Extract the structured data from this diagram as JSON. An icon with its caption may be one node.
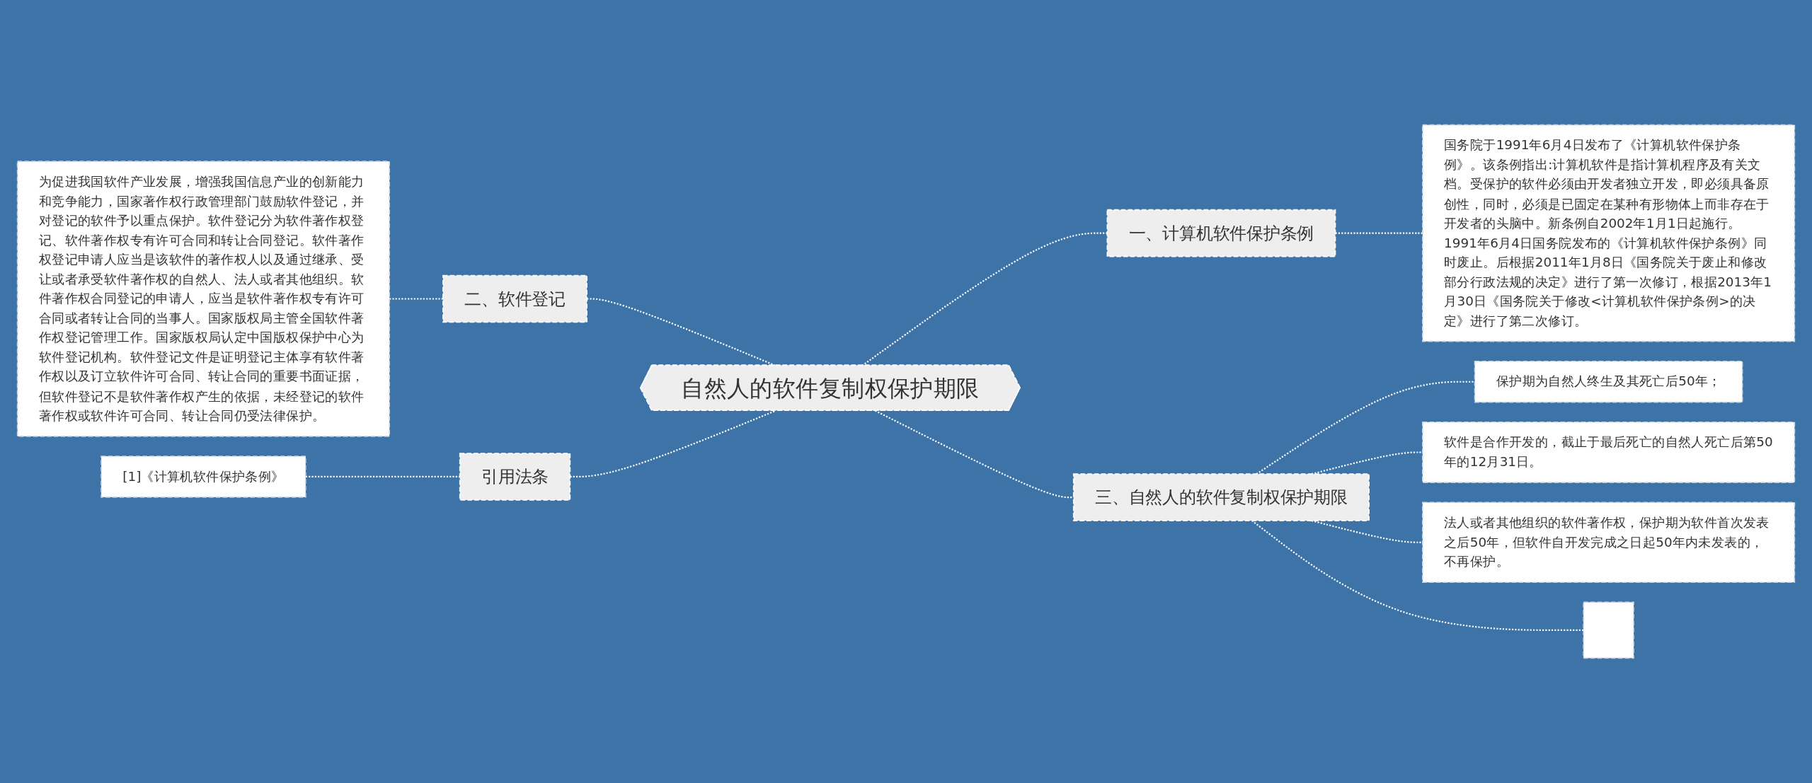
{
  "diagram": {
    "nodes": [
      {
        "text": [
          "自然人的软件复制权保护期限"
        ]
      },
      {
        "text": [
          "一、计算机软件保护条例"
        ]
      },
      {
        "text": [
          "国务院于1991年6月4日发布了《计算机软件保护条例》。该条例指出:计算机软件是指计算机程序及有关文档。受保护的软件必须由开发者独立开发，即必须具备原创性，同时，必须是已固定在某种有形物体上而非存在于开发者的头脑中。新条例自2002年1月1日起施行。1991年6月4日国务院发布的《计算机软件保护条例》同时废止。后根据2011年1月8日《国务院关于废止和修改部分行政法规的决定》进行了第一次修订，根据2013年1月30日《国务院关于修改<计算机软件保护条例>的决定》进行了第二次修订。"
        ]
      },
      {
        "text": [
          "二、软件登记"
        ]
      },
      {
        "text": [
          "为促进我国软件产业发展，增强我国信息产业的创新能力和竞争能力，国家著作权行政管理部门鼓励软件登记，并对登记的软件予以重点保护。软件登记分为软件著作权登记、软件著作权专有许可合同和转让合同登记。软件著作权登记申请人应当是该软件的著作权人以及通过继承、受让或者承受软件著作权的自然人、法人或者其他组织。软件著作权合同登记的申请人，应当是软件著作权专有许可合同或者转让合同的当事人。国家版权局主管全国软件著作权登记管理工作。国家版权局认定中国版权保护中心为软件登记机构。软件登记文件是证明登记主体享有软件著作权以及订立软件许可合同、转让合同的重要书面证据，但软件登记不是软件著作权产生的依据，未经登记的软件著作权或软件许可合同、转让合同仍受法律保护。"
        ]
      },
      {
        "text": [
          "三、自然人的软件复制权保护期限"
        ]
      },
      {
        "text": [
          "保护期为自然人终生及其死亡后50年；"
        ]
      },
      {
        "text": [
          "软件是合作开发的，截止于最后死亡的自然人死亡后第50年的12月31日。"
        ]
      },
      {
        "text": [
          "法人或者其他组织的软件著作权，保护期为软件首次发表之后50年，但软件自开发完成之日起50年内未发表的，不再保护。"
        ]
      },
      {
        "text": [],
        "shape": "box"
      },
      {
        "text": [
          "引用法条"
        ]
      },
      {
        "text": [
          "[1]《计算机软件保护条例》"
        ]
      }
    ],
    "edges": [
      {
        "from": 0,
        "to": 1,
        "arrow": "none",
        "style": "dashed"
      },
      {
        "from": 1,
        "to": 2,
        "arrow": "none",
        "style": "dashed"
      },
      {
        "from": 3,
        "to": 0,
        "arrow": "none",
        "style": "dashed"
      },
      {
        "from": 4,
        "to": 3,
        "arrow": "none",
        "style": "dashed"
      },
      {
        "from": 0,
        "to": 5,
        "arrow": "none",
        "style": "dashed"
      },
      {
        "from": 5,
        "to": 6,
        "arrow": "none",
        "style": "dashed"
      },
      {
        "from": 5,
        "to": 7,
        "arrow": "none",
        "style": "dashed"
      },
      {
        "from": 5,
        "to": 8,
        "arrow": "none",
        "style": "dashed"
      },
      {
        "from": 5,
        "to": 9,
        "arrow": "none",
        "style": "dashed"
      },
      {
        "from": 10,
        "to": 0,
        "arrow": "none",
        "style": "dashed"
      },
      {
        "from": 11,
        "to": 10,
        "arrow": "none",
        "style": "dashed"
      }
    ]
  }
}
